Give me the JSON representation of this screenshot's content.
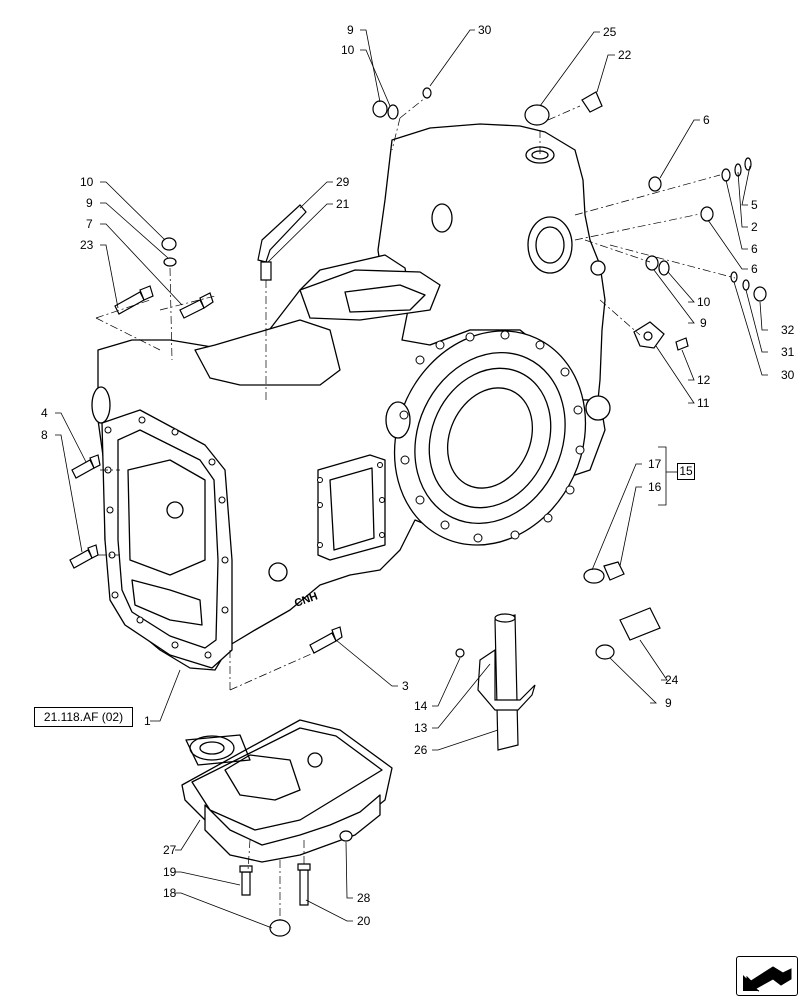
{
  "reference_link": "21.118.AF (02)",
  "group_number": "15",
  "callouts": [
    "9",
    "10",
    "30",
    "25",
    "22",
    "6",
    "10",
    "9",
    "7",
    "23",
    "29",
    "21",
    "5",
    "2",
    "6",
    "6",
    "10",
    "9",
    "32",
    "31",
    "30",
    "12",
    "11",
    "4",
    "8",
    "17",
    "16",
    "3",
    "24",
    "9",
    "14",
    "13",
    "26",
    "1",
    "27",
    "19",
    "18",
    "28",
    "20"
  ],
  "stamp_text": "CNH",
  "nav_icon": "arrow-down-left-icon"
}
